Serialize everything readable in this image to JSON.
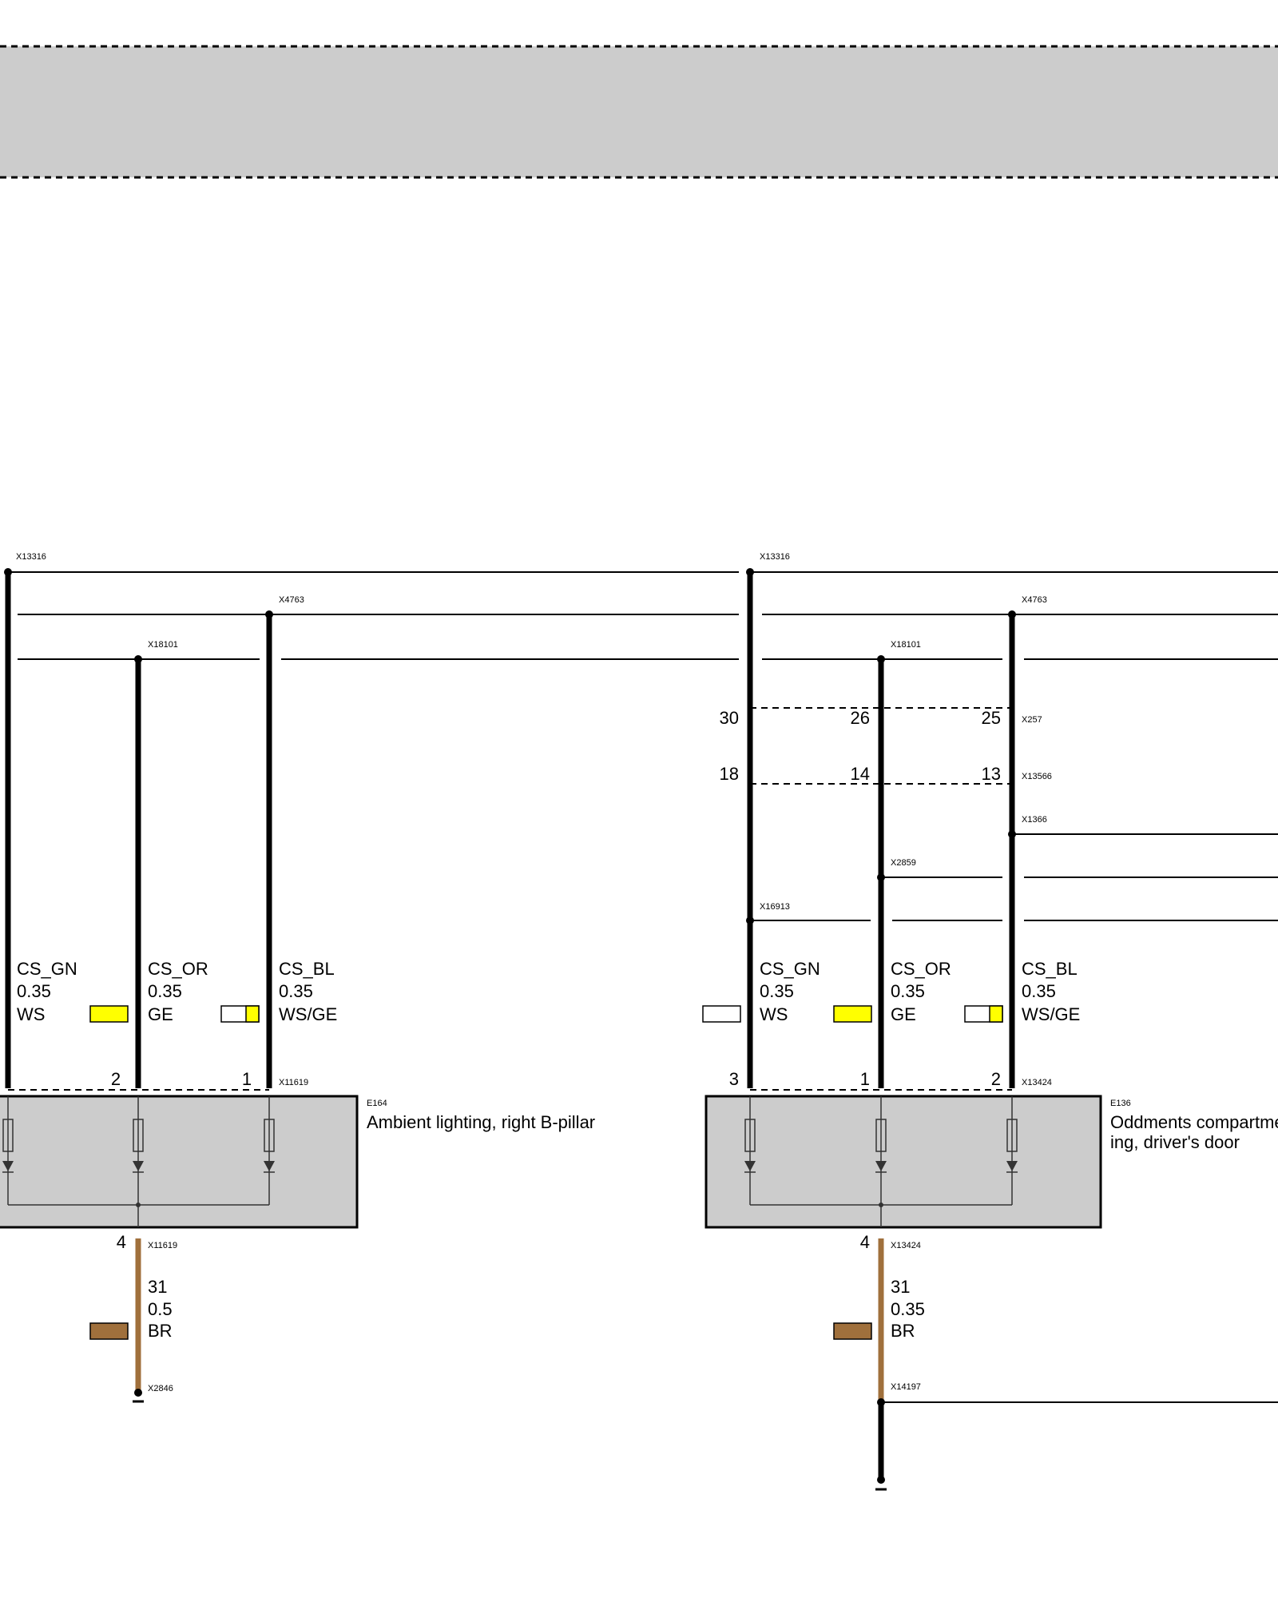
{
  "colors": {
    "box_fill": "#cccccc",
    "ws": "#ffffff",
    "ge": "#ffff00",
    "br": "#a0703c",
    "wire": "#000000"
  },
  "left": {
    "splices": {
      "top": "X13316",
      "mid": "X4763",
      "low": "X18101"
    },
    "connector": "X11619",
    "ground_connector": "X11619",
    "ground_point": "X2846",
    "component": {
      "id": "E164",
      "name": "Ambient lighting, right B-pillar"
    },
    "wires": [
      {
        "signal": "CS_GN",
        "size": "0.35",
        "color_code": "WS",
        "pin": ""
      },
      {
        "signal": "CS_OR",
        "size": "0.35",
        "color_code": "GE",
        "pin": "2"
      },
      {
        "signal": "CS_BL",
        "size": "0.35",
        "color_code": "WS/GE",
        "pin": "1"
      }
    ],
    "ground_wire": {
      "pin": "4",
      "signal": "31",
      "size": "0.5",
      "color_code": "BR"
    }
  },
  "right": {
    "splices": {
      "top": "X13316",
      "mid": "X4763",
      "low": "X18101"
    },
    "connector_a": "X257",
    "connector_a_pins": [
      "30",
      "26",
      "25"
    ],
    "connector_b": "X13566",
    "connector_b_pins": [
      "18",
      "14",
      "13"
    ],
    "branch_splices": {
      "bl": "X1366",
      "or": "X2859",
      "gn": "X16913"
    },
    "connector": "X13424",
    "ground_connector": "X13424",
    "ground_splice": "X14197",
    "component": {
      "id": "E136",
      "name_line1": "Oddments compartme",
      "name_line2": "ing, driver's door"
    },
    "wires": [
      {
        "signal": "CS_GN",
        "size": "0.35",
        "color_code": "WS",
        "pin": "3"
      },
      {
        "signal": "CS_OR",
        "size": "0.35",
        "color_code": "GE",
        "pin": "1"
      },
      {
        "signal": "CS_BL",
        "size": "0.35",
        "color_code": "WS/GE",
        "pin": "2"
      }
    ],
    "ground_wire": {
      "pin": "4",
      "signal": "31",
      "size": "0.35",
      "color_code": "BR"
    }
  }
}
